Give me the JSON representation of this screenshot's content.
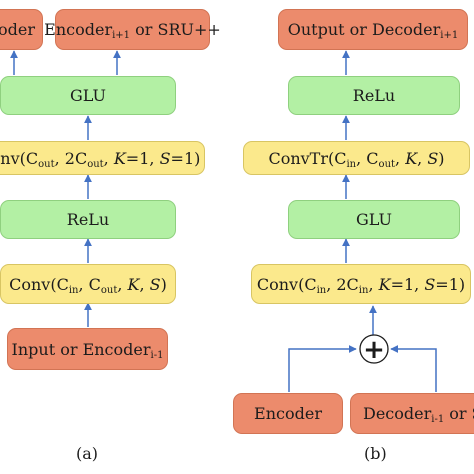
{
  "panel_a": {
    "caption": "(a)",
    "top_left": {
      "text": "oder"
    },
    "top_right": {
      "pre": "Encoder",
      "sub": "i+1",
      "post": " or SRU++"
    },
    "glu": {
      "text": "GLU"
    },
    "conv2": {
      "pre": "onv(C",
      "sub1": "out",
      "mid": ", 2C",
      "sub2": "out",
      "k": "K",
      "s": "S",
      "eq1": "=1, ",
      "eq2": "=1)"
    },
    "relu": {
      "text": "ReLu"
    },
    "conv1": {
      "pre": "Conv(C",
      "sub1": "in",
      "mid": ", C",
      "sub2": "out",
      "k": "K",
      "s": "S",
      "sep": ", ",
      "end": ")"
    },
    "input": {
      "pre": "Input or Encoder",
      "sub": "i-1"
    }
  },
  "panel_b": {
    "caption": "(b)",
    "output": {
      "pre": "Output or Decoder",
      "sub": "i+1"
    },
    "relu": {
      "text": "ReLu"
    },
    "convtr": {
      "pre": "ConvTr(C",
      "sub1": "in",
      "mid": ", C",
      "sub2": "out",
      "k": "K",
      "s": "S",
      "sep": ", ",
      "end": ")"
    },
    "glu": {
      "text": "GLU"
    },
    "conv": {
      "pre": "Conv(C",
      "sub1": "in",
      "mid": ", 2C",
      "sub2": "in",
      "k": "K",
      "s": "S",
      "eq1": "=1, ",
      "eq2": "=1)"
    },
    "plus": {
      "text": "+"
    },
    "encoder": {
      "text": "Encoder"
    },
    "decoder": {
      "pre": "Decoder",
      "sub": "i-1",
      "post": " or S"
    }
  },
  "colors": {
    "orange": "#ec8b6c",
    "green": "#b3f0a4",
    "yellow": "#fbe98c",
    "arrow": "#4472c4"
  }
}
